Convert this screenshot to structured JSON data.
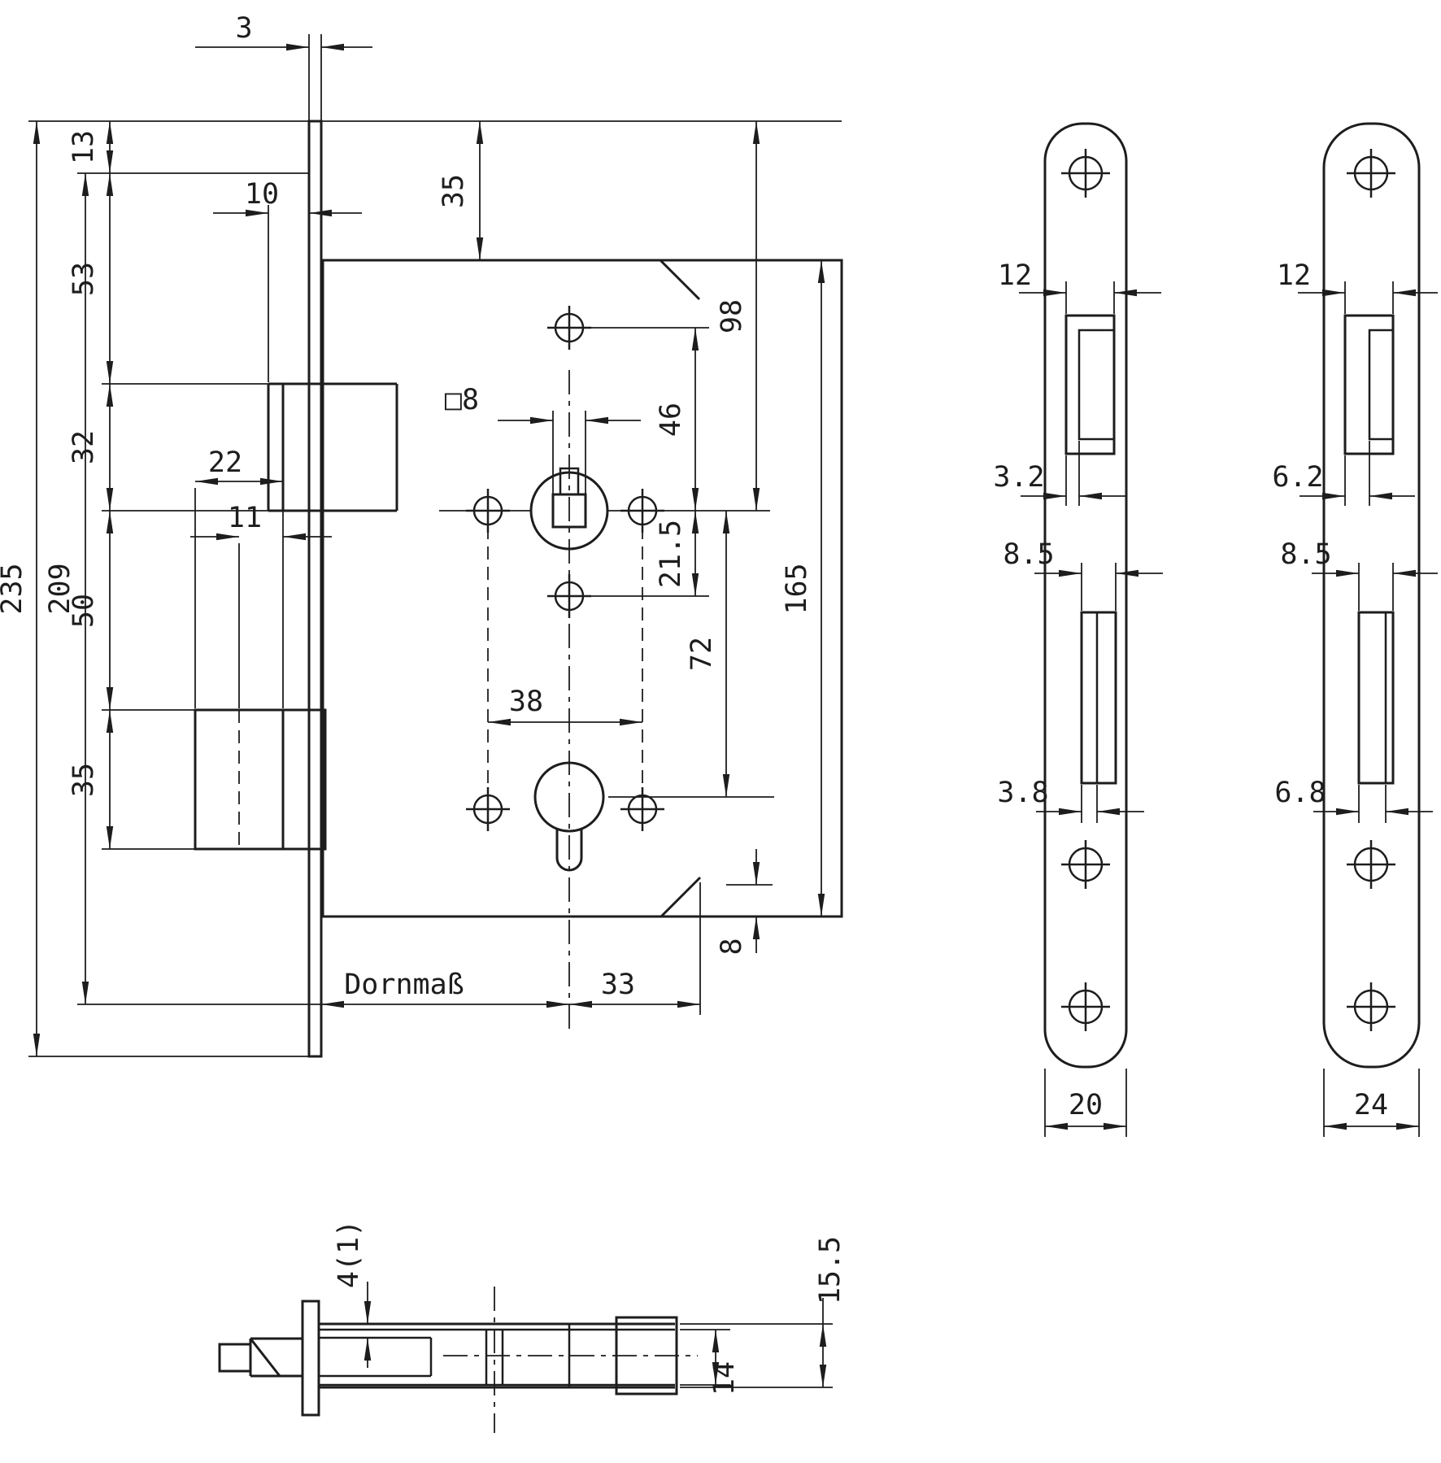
{
  "page": {
    "background": "#ffffff",
    "line_color": "#1d1d1d"
  },
  "main_view": {
    "name": "Lock case front view",
    "dims": {
      "faceplate_thickness": "3",
      "top_edge_offset": "13",
      "latch_top_offset": "53",
      "latch_height": "32",
      "latch_deadbolt_gap": "50",
      "deadbolt_height": "35",
      "faceplate_length": "235",
      "inner_length": "209",
      "latch_protrusion": "10",
      "deadbolt_dim_22": "22",
      "deadbolt_dim_11": "11",
      "case_top_offset": "35",
      "spindle_square": "□8",
      "screw_spacing": "38",
      "follower_from_top": "98",
      "screw_above_follower": "46",
      "screw_below_follower": "21.5",
      "lock_distance": "72",
      "case_height": "165",
      "case_bottom_offset": "8",
      "backset_label": "Dornmaß",
      "cylinder_to_back": "33"
    }
  },
  "faceplate_flat": {
    "name": "Faceplate 20 mm",
    "dims": {
      "latch_cutout": "12",
      "latch_lip": "3.2",
      "deadbolt_cutout": "8.5",
      "deadbolt_lip": "3.8",
      "width": "20"
    }
  },
  "faceplate_round": {
    "name": "Faceplate 24 mm",
    "dims": {
      "latch_cutout": "12",
      "latch_lip": "6.2",
      "deadbolt_cutout": "8.5",
      "deadbolt_lip": "6.8",
      "width": "24"
    }
  },
  "section_view": {
    "name": "Bottom section view",
    "dims": {
      "latch_adjust": "4(1)",
      "case_thickness": "15.5",
      "inner_width": "14"
    }
  }
}
